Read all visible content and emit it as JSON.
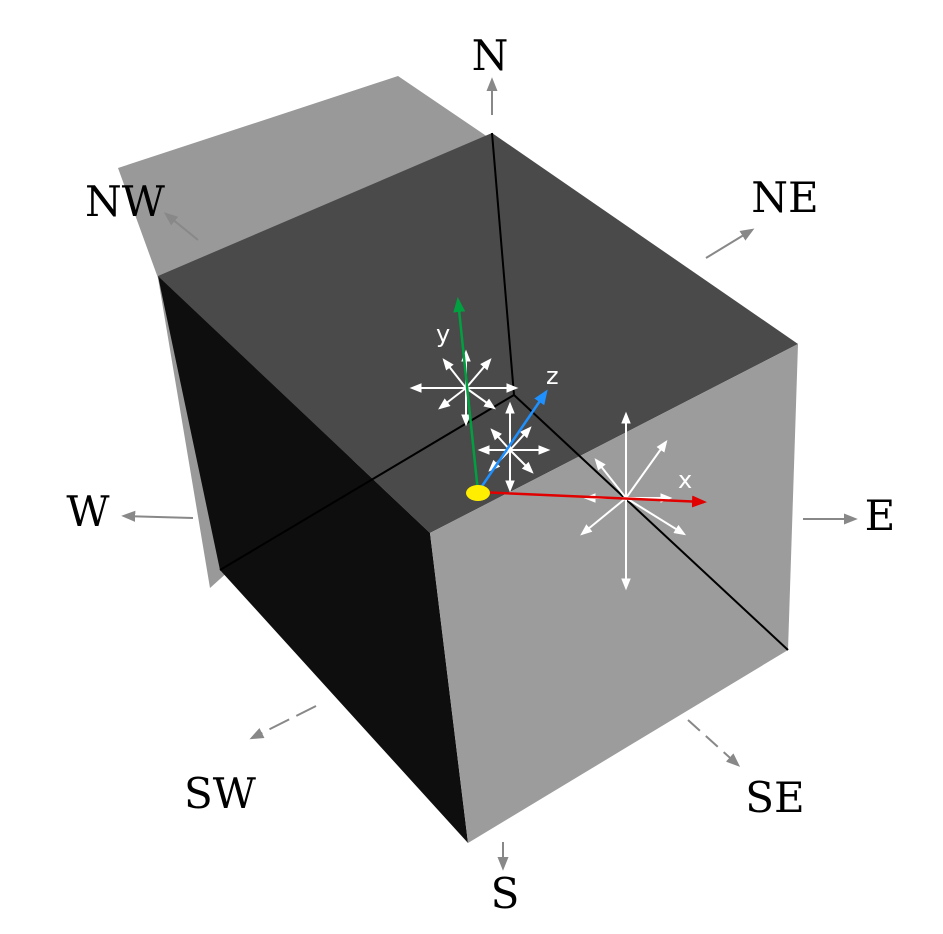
{
  "compass": {
    "n": "N",
    "ne": "NE",
    "e": "E",
    "se": "SE",
    "s": "S",
    "sw": "SW",
    "w": "W",
    "nw": "NW"
  },
  "axes": {
    "x": "x",
    "y": "y",
    "z": "z"
  },
  "colors": {
    "x_axis": "#e00000",
    "y_axis": "#00a040",
    "z_axis": "#1e90ff",
    "origin": "#ffee00",
    "top_face": "#4a4a4a",
    "left_face": "#0e0e0e",
    "right_face": "#9c9c9c",
    "shadow": "#999999",
    "compass_arrow": "#888888"
  }
}
